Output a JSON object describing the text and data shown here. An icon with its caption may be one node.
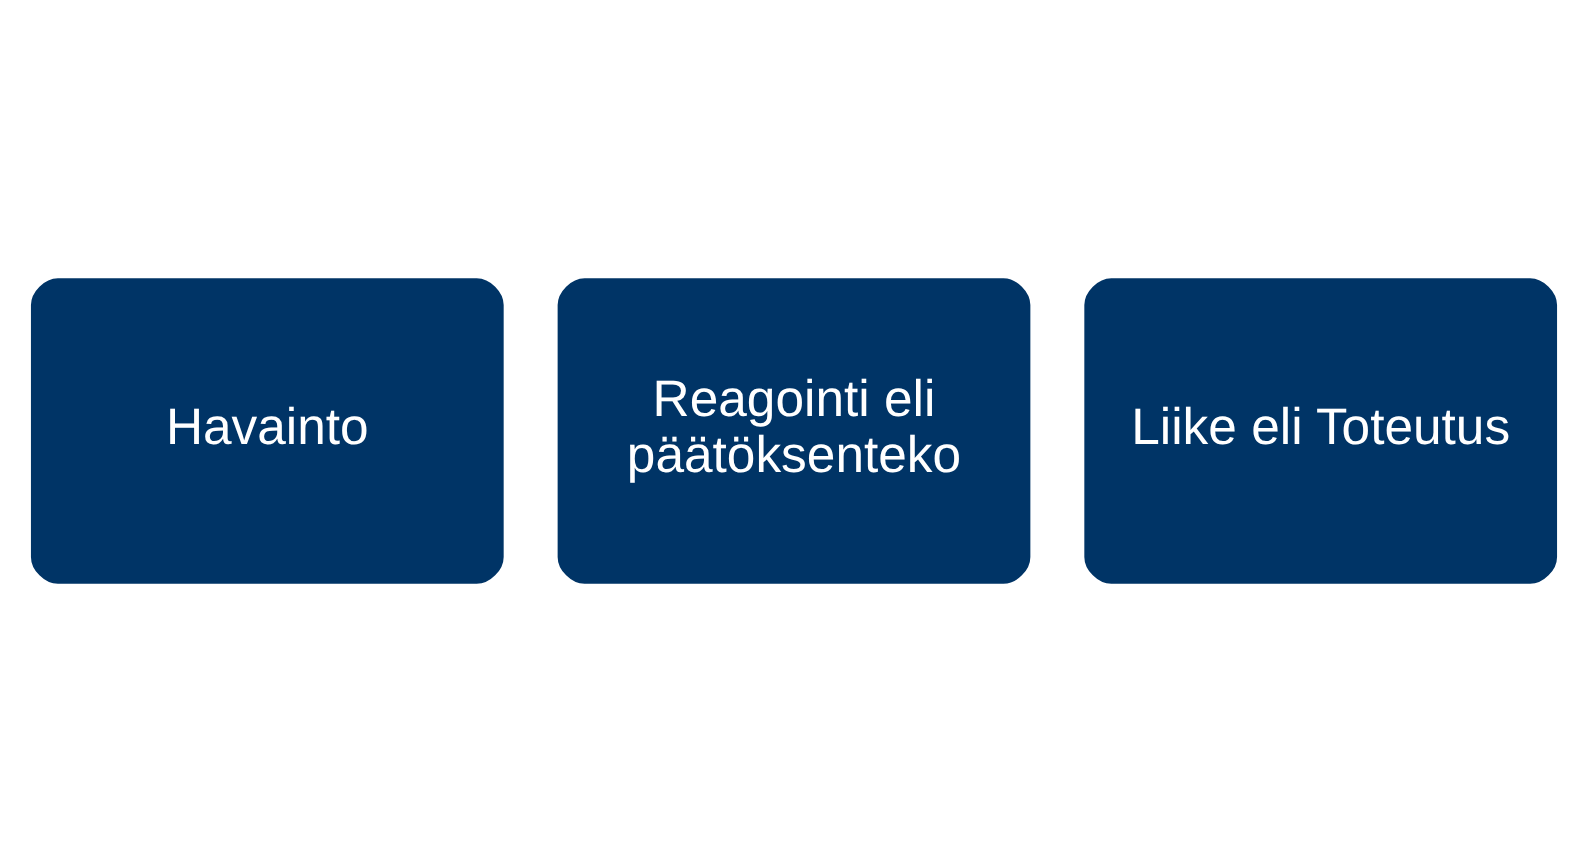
{
  "diagram": {
    "nodes": [
      {
        "text": [
          "Havainto"
        ]
      },
      {
        "text": [
          "Reagointi eli päätöksenteko"
        ]
      },
      {
        "text": [
          "Liike eli Toteutus"
        ]
      }
    ]
  }
}
